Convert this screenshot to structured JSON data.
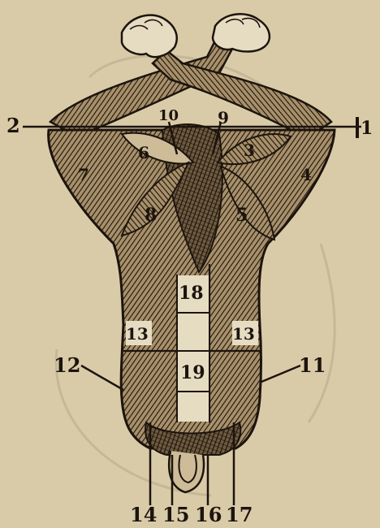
{
  "figure": {
    "paper_color": "#d9cba8",
    "ink_color": "#1c140d",
    "body_color": "#a8906a",
    "labels": {
      "l1": "1",
      "l2": "2",
      "l3": "3",
      "l4": "4",
      "l5": "5",
      "l6": "6",
      "l7": "7",
      "l8": "8",
      "l9": "9",
      "l10": "10",
      "l11": "11",
      "l12": "12",
      "l13a": "13",
      "l13b": "13",
      "l14": "14",
      "l15": "15",
      "l16": "16",
      "l17": "17",
      "l18": "18",
      "l19": "19"
    }
  }
}
